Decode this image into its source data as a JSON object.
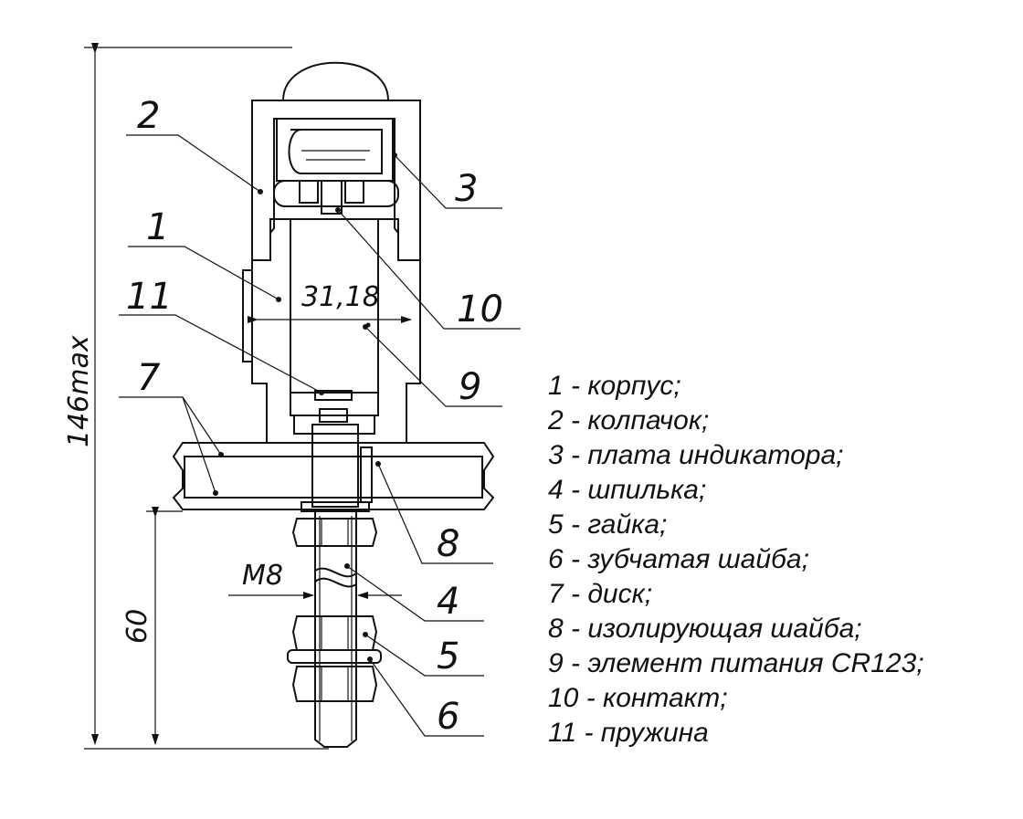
{
  "dimensions": {
    "overall_height": "146max",
    "lower_height": "60",
    "inner_diameter": "31,18",
    "thread": "M8"
  },
  "callouts": [
    "1",
    "2",
    "3",
    "11",
    "7",
    "10",
    "9",
    "8",
    "4",
    "5",
    "6"
  ],
  "legend": [
    "1 - корпус;",
    "2 - колпачок;",
    "3 - плата индикатора;",
    "4 - шпилька;",
    "5 - гайка;",
    "6 - зубчатая шайба;",
    "7 - диск;",
    "8 - изолирующая шайба;",
    "9 - элемент питания CR123;",
    "10 - контакт;",
    "11 - пружина"
  ]
}
